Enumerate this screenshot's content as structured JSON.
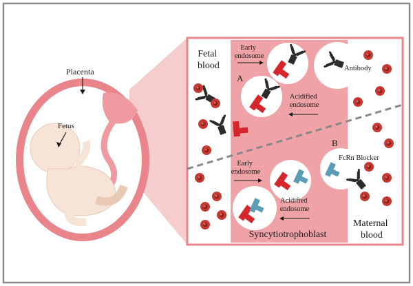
{
  "labels": {
    "placenta": "Placenta",
    "fetus": "Fetus",
    "fetal_blood": [
      "Fetal",
      "blood"
    ],
    "maternal_blood": [
      "Maternal",
      "blood"
    ],
    "syncytiotrophoblast": "Syncytiotrophoblast",
    "panel_a": "A",
    "panel_b": "B",
    "early_endosome_a": [
      "Early",
      "endosome"
    ],
    "acidified_endosome_a": [
      "Acidified",
      "endosome"
    ],
    "antibody": "Antibody",
    "early_endosome_b": [
      "Early",
      "endosome"
    ],
    "acidified_endosome_b": [
      "Acidified",
      "endosome"
    ],
    "fcrn_blocker": "FcRn Blocker"
  },
  "colors": {
    "frame_border": "#8c8c8c",
    "uterus_pink": "#e8848a",
    "uterus_fill": "#ffffff",
    "placenta": "#ef9aa0",
    "fetus_skin": "#f8e4d6",
    "zoom_cone": "#f4c4c4",
    "tissue": "#efa3a7",
    "rbc": "#c23a32",
    "antibody": "#2b2b2b",
    "fcrn_red": "#d7262b",
    "fcrn_blocker_blue": "#5b9cb6",
    "divider": "#888888"
  }
}
